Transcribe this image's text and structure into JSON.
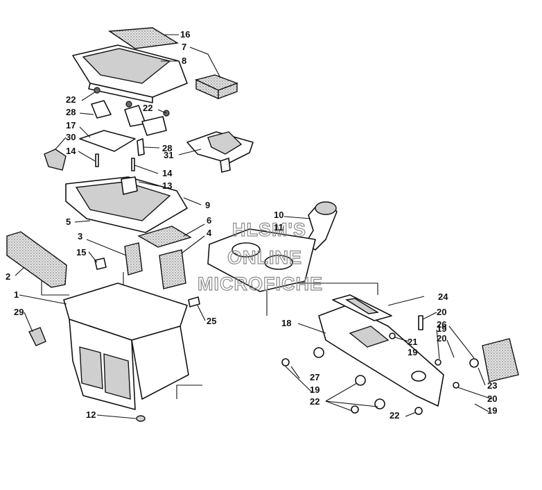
{
  "watermark": {
    "line1": "HLSM'S",
    "line2": "ONLINE",
    "line3": "MICROFICHE"
  },
  "callouts": {
    "c1": "1",
    "c2": "2",
    "c3": "3",
    "c4": "4",
    "c5": "5",
    "c6": "6",
    "c7": "7",
    "c8": "8",
    "c9": "9",
    "c10": "10",
    "c11": "11",
    "c12": "12",
    "c13": "13",
    "c14a": "14",
    "c14b": "14",
    "c15": "15",
    "c16": "16",
    "c17": "17",
    "c18": "18",
    "c19a": "19",
    "c19b": "19",
    "c19c": "19",
    "c19d": "19",
    "c20a": "20",
    "c20b": "20",
    "c20c": "20",
    "c21": "21",
    "c22a": "22",
    "c22b": "22",
    "c22c": "22",
    "c22d": "22",
    "c23": "23",
    "c24": "24",
    "c25": "25",
    "c26": "26",
    "c27": "27",
    "c28a": "28",
    "c28b": "28",
    "c29": "29",
    "c30": "30",
    "c31": "31"
  }
}
